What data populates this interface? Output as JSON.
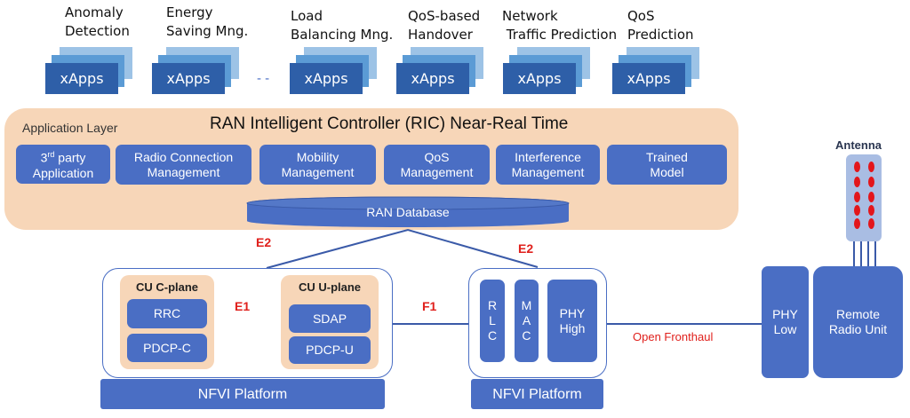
{
  "xapps": [
    {
      "label": "Anomaly\nDetection",
      "box": "xApps"
    },
    {
      "label": "Energy\nSaving Mng.",
      "box": "xApps"
    },
    {
      "label": "Load\nBalancing Mng.",
      "box": "xApps"
    },
    {
      "label": "QoS-based\nHandover",
      "box": "xApps"
    },
    {
      "label": "Network\n Traffic Prediction",
      "box": "xApps"
    },
    {
      "label": "QoS\nPrediction",
      "box": "xApps"
    }
  ],
  "ellipsis": "- -",
  "ric": {
    "layer_label": "Application Layer",
    "title": "RAN Intelligent Controller (RIC) Near-Real Time",
    "modules": [
      {
        "sup_pre": "3",
        "sup": "rd",
        "label": " party\nApplication"
      },
      {
        "label": "Radio Connection\nManagement"
      },
      {
        "label": "Mobility\nManagement"
      },
      {
        "label": "QoS\nManagement"
      },
      {
        "label": "Interference\nManagement"
      },
      {
        "label": "Trained\nModel"
      }
    ],
    "database": "RAN Database"
  },
  "interfaces": {
    "e2_left": "E2",
    "e2_right": "E2",
    "e1": "E1",
    "f1": "F1",
    "fronthaul": "Open Fronthaul"
  },
  "cu": {
    "c_plane": {
      "title": "CU C-plane",
      "items": [
        "RRC",
        "PDCP-C"
      ]
    },
    "u_plane": {
      "title": "CU U-plane",
      "items": [
        "SDAP",
        "PDCP-U"
      ]
    },
    "platform": "NFVI Platform"
  },
  "du": {
    "items": [
      "R\nL\nC",
      "M\nA\nC",
      "PHY\nHigh"
    ],
    "platform": "NFVI Platform"
  },
  "ru": {
    "phy_low": "PHY\nLow",
    "rru": "Remote\nRadio Unit",
    "antenna": "Antenna"
  },
  "colors": {
    "module_blue": "#4a6ec4",
    "panel_peach": "#f7d6b8",
    "interface_red": "#e0201c"
  }
}
